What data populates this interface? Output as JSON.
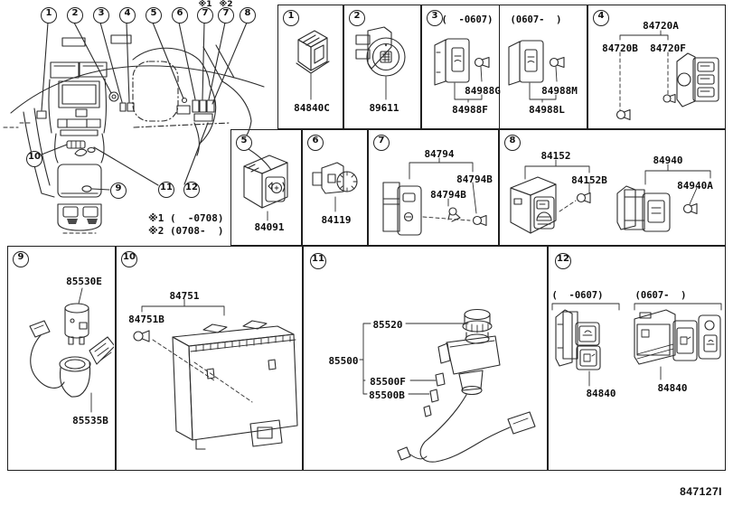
{
  "page": {
    "footer_code": "847127I"
  },
  "diagram": {
    "callouts_top": [
      "1",
      "2",
      "3",
      "4",
      "5",
      "6",
      "7",
      "7",
      "8"
    ],
    "callouts_lower": [
      "10",
      "9",
      "11",
      "12"
    ],
    "ref_marks": [
      "※1",
      "※2"
    ],
    "notes": [
      "※1 (  -0708)",
      "※2 (0708-  )"
    ]
  },
  "cells": {
    "c1": {
      "num": "1",
      "part": "84840C"
    },
    "c2": {
      "num": "2",
      "part": "89611"
    },
    "c3": {
      "num": "3",
      "left": {
        "date": "(  -0607)",
        "bulb": "84988G",
        "switch": "84988F"
      },
      "right": {
        "date": "(0607-  )",
        "bulb": "84988M",
        "switch": "84988L"
      }
    },
    "c4": {
      "num": "4",
      "assy": "84720A",
      "bulb1": "84720B",
      "bulb2": "84720F"
    },
    "c5": {
      "num": "5",
      "part": "84091"
    },
    "c6": {
      "num": "6",
      "part": "84119"
    },
    "c7": {
      "num": "7",
      "main": "84794",
      "sub1": "84794B",
      "sub2": "84794B"
    },
    "c8": {
      "num": "8",
      "g1": {
        "main": "84152",
        "sub": "84152B"
      },
      "g2": {
        "main": "84940",
        "sub": "84940A"
      }
    },
    "c9": {
      "num": "9",
      "top": "85530E",
      "bottom": "85535B"
    },
    "c10": {
      "num": "10",
      "main": "84751",
      "sub": "84751B"
    },
    "c11": {
      "num": "11",
      "knob": "85520",
      "assy": "85500",
      "sub1": "85500F",
      "sub2": "85500B"
    },
    "c12": {
      "num": "12",
      "left": {
        "date": "(  -0607)",
        "part": "84840"
      },
      "right": {
        "date": "(0607-  )",
        "part": "84840"
      }
    }
  }
}
